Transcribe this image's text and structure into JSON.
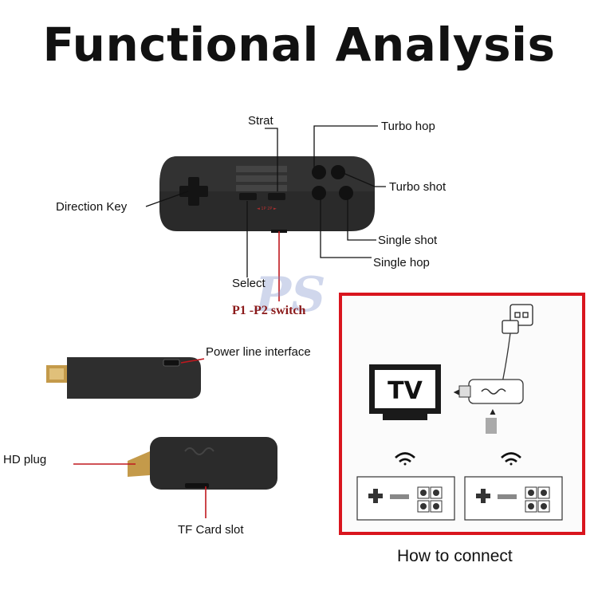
{
  "title": "Functional Analysis",
  "controller_labels": {
    "strat": "Strat",
    "turbo_hop": "Turbo hop",
    "turbo_shot": "Turbo shot",
    "direction_key": "Direction Key",
    "single_shot": "Single shot",
    "single_hop": "Single hop",
    "select": "Select",
    "p1_p2_switch": "P1 -P2 switch"
  },
  "dongle_labels": {
    "power_line_interface": "Power line interface",
    "hd_plug": "HD plug",
    "tf_card_slot": "TF Card slot"
  },
  "connect_panel": {
    "tv_text": "TV",
    "caption": "How to connect"
  },
  "colors": {
    "accent_red": "#d9151e",
    "device_dark": "#2b2b2b"
  }
}
